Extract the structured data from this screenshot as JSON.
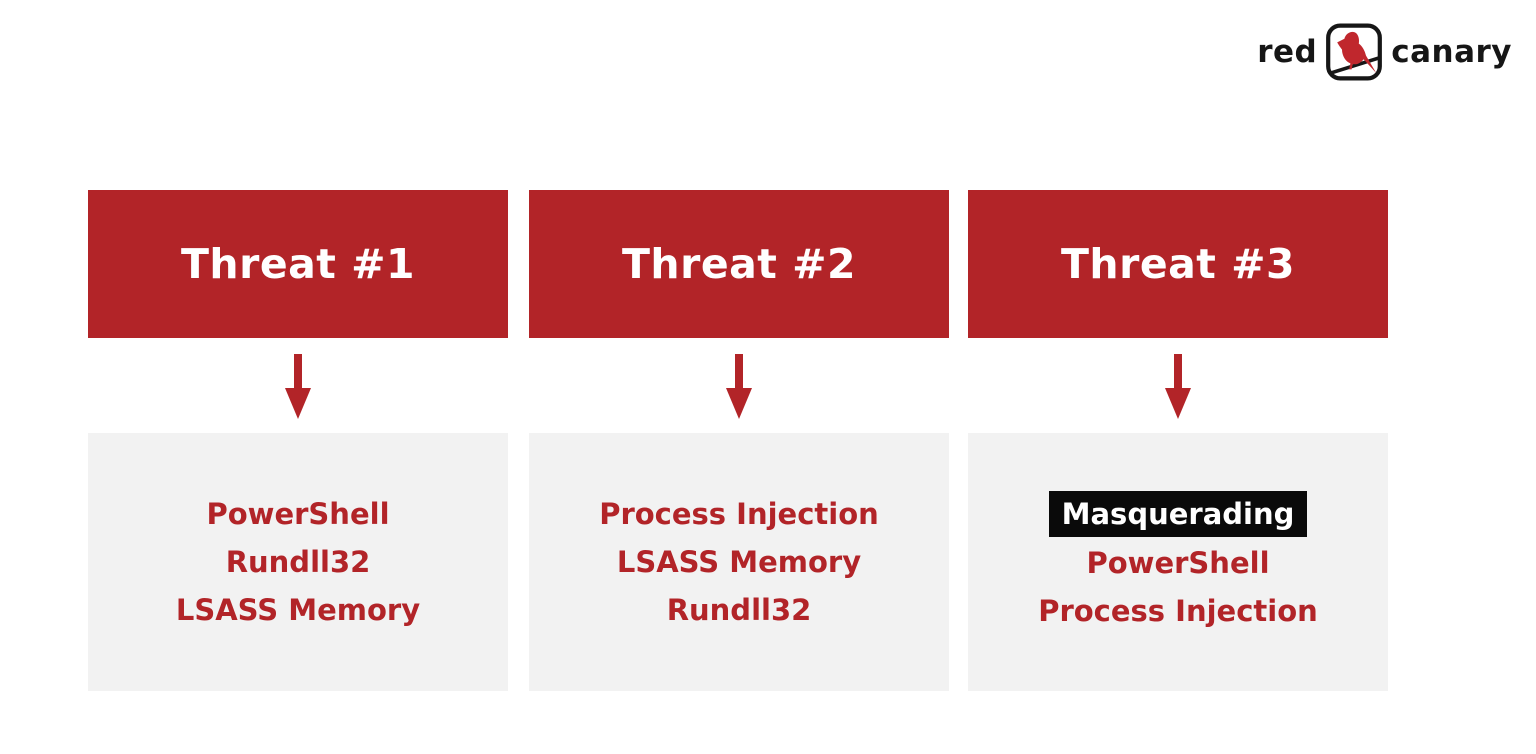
{
  "logo": {
    "prefix": "red",
    "suffix": "canary",
    "icon": "canary-bird-icon",
    "bird_color": "#c0272d",
    "outline_color": "#161616"
  },
  "colors": {
    "brand_red": "#b22428",
    "panel_gray": "#f2f2f2",
    "highlight_bg": "#0a0a0a",
    "highlight_text": "#ffffff",
    "header_text": "#ffffff",
    "page_bg": "#ffffff"
  },
  "threats": [
    {
      "title": "Threat #1",
      "techniques": [
        {
          "label": "PowerShell",
          "highlighted": false
        },
        {
          "label": "Rundll32",
          "highlighted": false
        },
        {
          "label": "LSASS Memory",
          "highlighted": false
        }
      ]
    },
    {
      "title": "Threat #2",
      "techniques": [
        {
          "label": "Process Injection",
          "highlighted": false
        },
        {
          "label": "LSASS Memory",
          "highlighted": false
        },
        {
          "label": "Rundll32",
          "highlighted": false
        }
      ]
    },
    {
      "title": "Threat #3",
      "techniques": [
        {
          "label": "Masquerading",
          "highlighted": true
        },
        {
          "label": "PowerShell",
          "highlighted": false
        },
        {
          "label": "Process Injection",
          "highlighted": false
        }
      ]
    }
  ]
}
